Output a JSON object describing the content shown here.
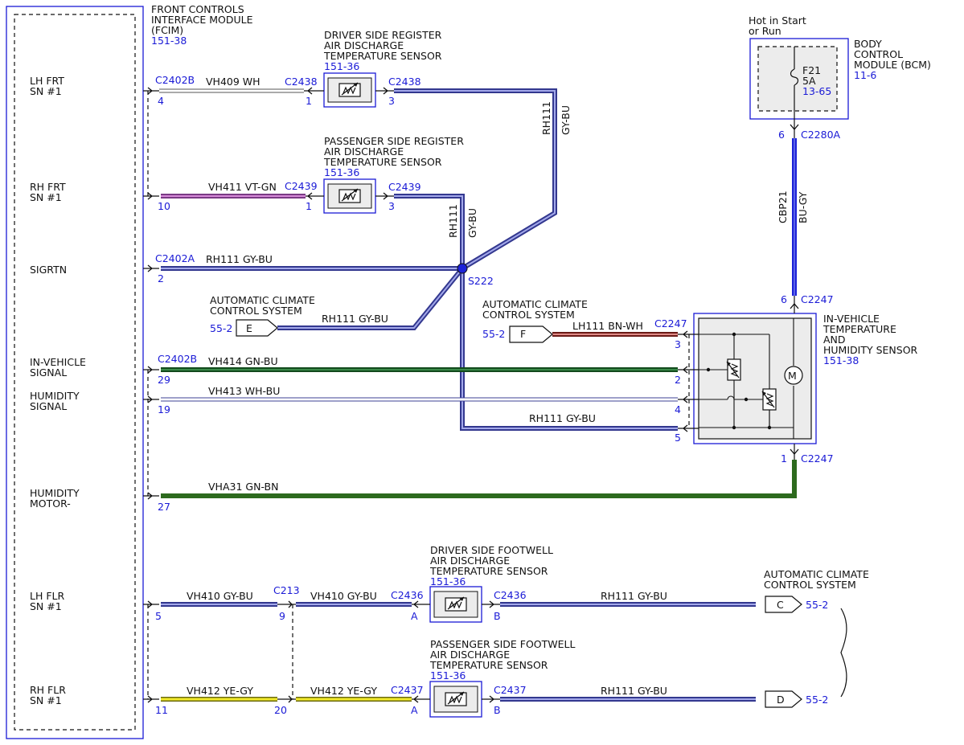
{
  "fcim": {
    "title1": "FRONT CONTROLS",
    "title2": "INTERFACE MODULE",
    "title3": "(FCIM)",
    "ref": "151-38",
    "pins": [
      {
        "l1": "LH FRT",
        "l2": "SN #1"
      },
      {
        "l1": "RH FRT",
        "l2": "SN #1"
      },
      {
        "l1": "SIGRTN",
        "l2": ""
      },
      {
        "l1": "IN-VEHICLE",
        "l2": "SIGNAL"
      },
      {
        "l1": "HUMIDITY",
        "l2": "SIGNAL"
      },
      {
        "l1": "HUMIDITY",
        "l2": "MOTOR-"
      },
      {
        "l1": "LH FLR",
        "l2": "SN #1"
      },
      {
        "l1": "RH FLR",
        "l2": "SN #1"
      }
    ]
  },
  "bcm": {
    "note1": "Hot in Start",
    "note2": "or Run",
    "title1": "BODY",
    "title2": "CONTROL",
    "title3": "MODULE (BCM)",
    "ref": "11-6",
    "fuse": "F21",
    "fuse_rating": "5A",
    "fuse_ref": "13-65",
    "pin_top": "6",
    "conn_top": "C2280A",
    "wire_circuit": "CBP21",
    "wire_color": "BU-GY"
  },
  "sensors": {
    "driver_register": {
      "l1": "DRIVER SIDE REGISTER",
      "l2": "AIR DISCHARGE",
      "l3": "TEMPERATURE SENSOR",
      "ref": "151-36"
    },
    "pass_register": {
      "l1": "PASSENGER SIDE REGISTER",
      "l2": "AIR DISCHARGE",
      "l3": "TEMPERATURE SENSOR",
      "ref": "151-36"
    },
    "driver_footwell": {
      "l1": "DRIVER SIDE FOOTWELL",
      "l2": "AIR DISCHARGE",
      "l3": "TEMPERATURE SENSOR",
      "ref": "151-36"
    },
    "pass_footwell": {
      "l1": "PASSENGER SIDE FOOTWELL",
      "l2": "AIR DISCHARGE",
      "l3": "TEMPERATURE SENSOR",
      "ref": "151-36"
    }
  },
  "ivth": {
    "l1": "IN-VEHICLE",
    "l2": "TEMPERATURE",
    "l3": "AND",
    "l4": "HUMIDITY SENSOR",
    "ref": "151-38",
    "motor_glyph": "M"
  },
  "acc": {
    "e": {
      "l1": "AUTOMATIC CLIMATE",
      "l2": "CONTROL SYSTEM",
      "ref": "55-2",
      "letter": "E"
    },
    "f": {
      "l1": "AUTOMATIC CLIMATE",
      "l2": "CONTROL SYSTEM",
      "ref": "55-2",
      "letter": "F"
    },
    "cd": {
      "l1": "AUTOMATIC CLIMATE",
      "l2": "CONTROL SYSTEM",
      "ref_c": "55-2",
      "ref_d": "55-2",
      "letter_c": "C",
      "letter_d": "D"
    }
  },
  "splice": {
    "name": "S222"
  },
  "connectors": {
    "c2402b_a": "C2402B",
    "c2402b_b": "C2402B",
    "c2402a": "C2402A",
    "c2438_l": "C2438",
    "c2438_r": "C2438",
    "c2439_l": "C2439",
    "c2439_r": "C2439",
    "c2247_top": "C2247",
    "c2247_mid": "C2247",
    "c2247_bot": "C2247",
    "c213": "C213",
    "c2436_l": "C2436",
    "c2436_r": "C2436",
    "c2437_l": "C2437",
    "c2437_r": "C2437"
  },
  "pins": {
    "p4": "4",
    "p10": "10",
    "p2": "2",
    "p29": "29",
    "p19": "19",
    "p27": "27",
    "p5": "5",
    "p11": "11",
    "s1a": "1",
    "s3a": "3",
    "s1b": "1",
    "s3b": "3",
    "i3": "3",
    "i2": "2",
    "i4": "4",
    "i5": "5",
    "i6": "6",
    "i1": "1",
    "c9": "9",
    "c20": "20",
    "fA1": "A",
    "fB1": "B",
    "fA2": "A",
    "fB2": "B"
  },
  "wires": {
    "vh409": {
      "circuit": "VH409",
      "color": "WH"
    },
    "vh411": {
      "circuit": "VH411",
      "color": "VT-GN"
    },
    "rh111_sig": {
      "circuit": "RH111",
      "color": "GY-BU"
    },
    "rh111_e": {
      "circuit": "RH111",
      "color": "GY-BU"
    },
    "rh111_v1": {
      "circuit": "RH111",
      "color": "GY-BU"
    },
    "rh111_v2": {
      "circuit": "RH111",
      "color": "GY-BU"
    },
    "lh111": {
      "circuit": "LH111",
      "color": "BN-WH"
    },
    "vh414": {
      "circuit": "VH414",
      "color": "GN-BU"
    },
    "vh413": {
      "circuit": "VH413",
      "color": "WH-BU"
    },
    "rh111_5": {
      "circuit": "RH111",
      "color": "GY-BU"
    },
    "vha31": {
      "circuit": "VHA31",
      "color": "GN-BN"
    },
    "vh410_a": {
      "circuit": "VH410",
      "color": "GY-BU"
    },
    "vh410_b": {
      "circuit": "VH410",
      "color": "GY-BU"
    },
    "rh111_c": {
      "circuit": "RH111",
      "color": "GY-BU"
    },
    "vh412_a": {
      "circuit": "VH412",
      "color": "YE-GY"
    },
    "vh412_b": {
      "circuit": "VH412",
      "color": "YE-GY"
    },
    "rh111_d": {
      "circuit": "RH111",
      "color": "GY-BU"
    }
  },
  "colors": {
    "label_blue": "#1a1ad6",
    "wire_gy_bu": "#5c6ad0",
    "wire_green": "#1f6b2a",
    "wire_dark_green": "#2d6a1e",
    "wire_brown": "#a8302a",
    "wire_yellow": "#e3dc28",
    "wire_violet": "#b067b8",
    "wire_blue": "#1c22d8"
  }
}
